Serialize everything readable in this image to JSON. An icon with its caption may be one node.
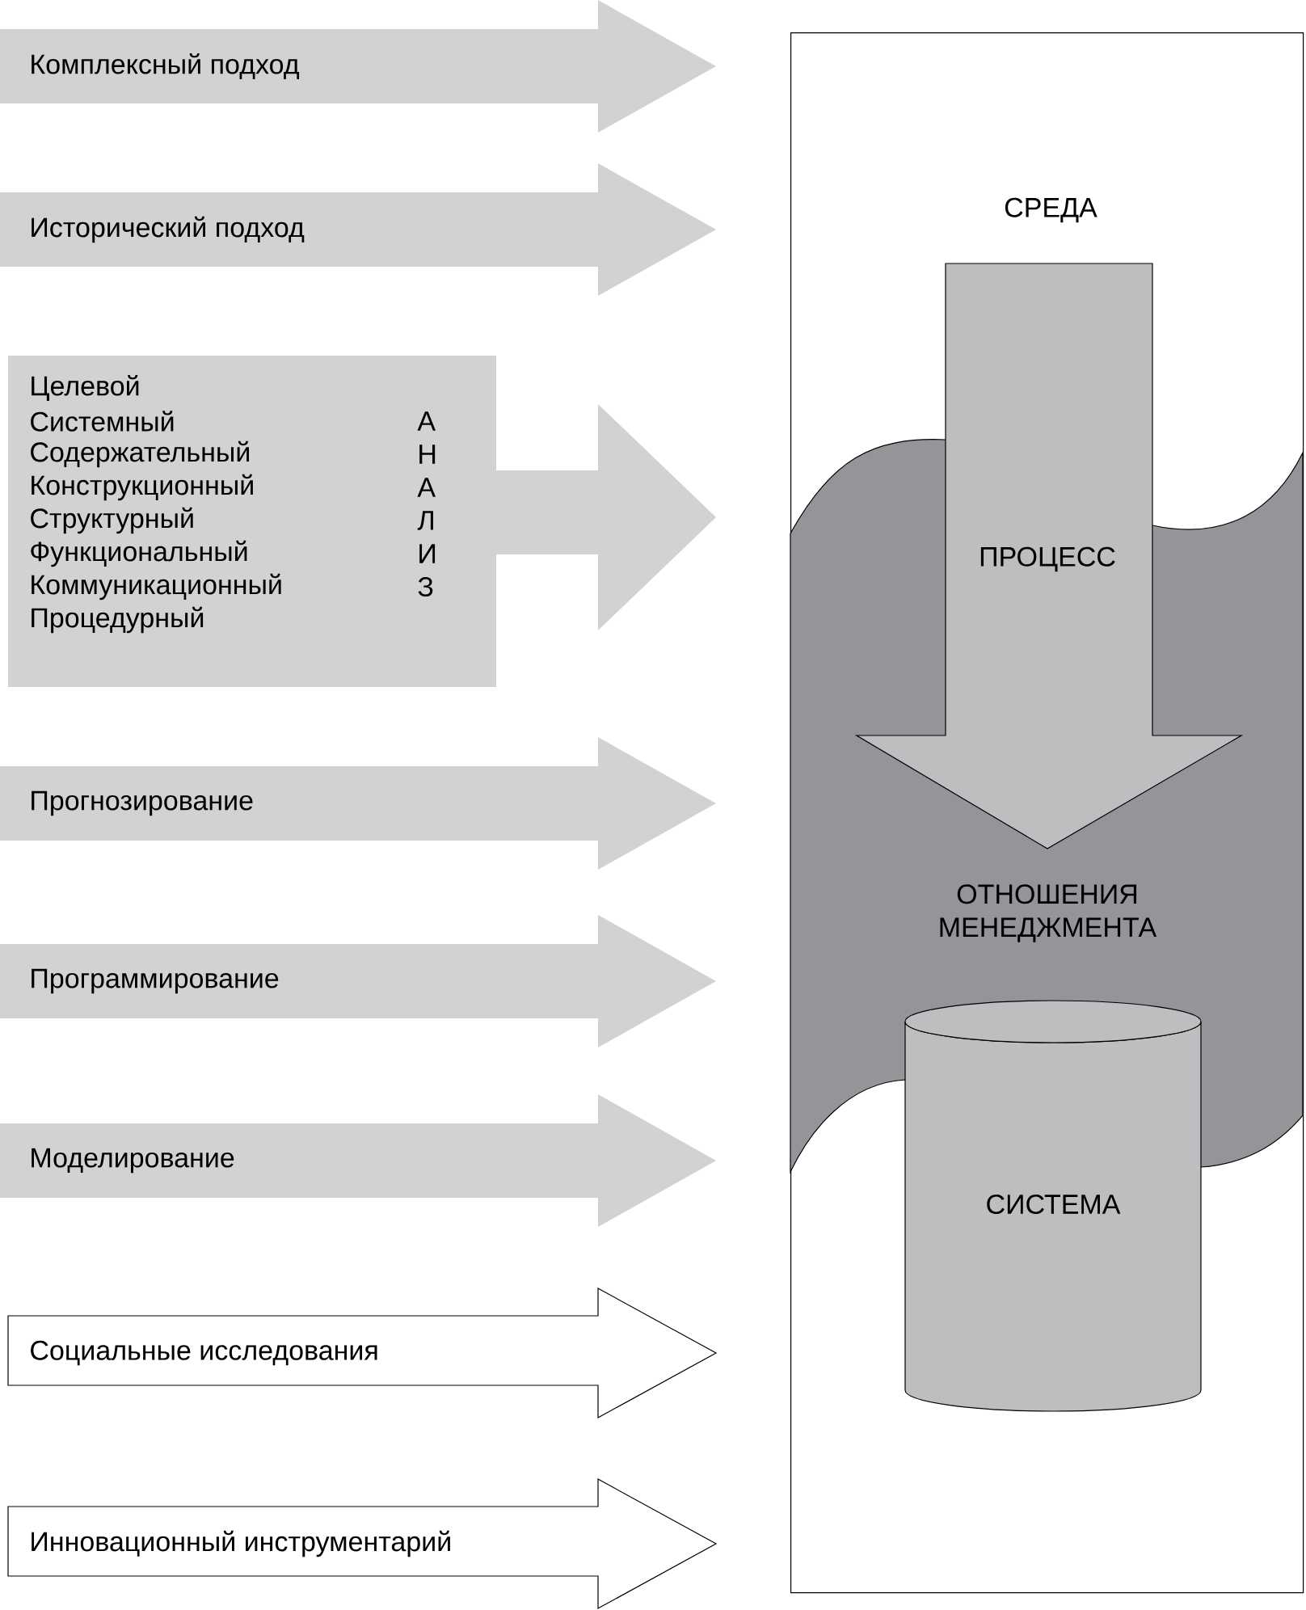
{
  "diagram": {
    "nodes": [
      {
        "text": [
          "Комплексный подход"
        ]
      },
      {
        "text": [
          "Исторический подход"
        ]
      },
      {
        "text": [
          "Целевой",
          "Системный",
          "Содержательный",
          "Конструкционный",
          "Структурный",
          "Функциональный",
          "Коммуникационный",
          "Процедурный",
          "А",
          "Н",
          "А",
          "Л",
          "И",
          "З"
        ]
      },
      {
        "text": [
          "Прогнозирование"
        ]
      },
      {
        "text": [
          "Программирование"
        ]
      },
      {
        "text": [
          "Моделирование"
        ]
      },
      {
        "text": [
          "Социальные исследования"
        ]
      },
      {
        "text": [
          "Инновационный инструментарий"
        ]
      },
      {
        "text": [
          "СРЕДА"
        ]
      },
      {
        "text": [
          "ПРОЦЕСС"
        ],
        "in": 8
      },
      {
        "text": [
          "ОТНОШЕНИЯ МЕНЕДЖМЕНТА"
        ],
        "in": 8
      },
      {
        "text": [
          "СИСТЕМА"
        ],
        "in": 8
      }
    ]
  }
}
